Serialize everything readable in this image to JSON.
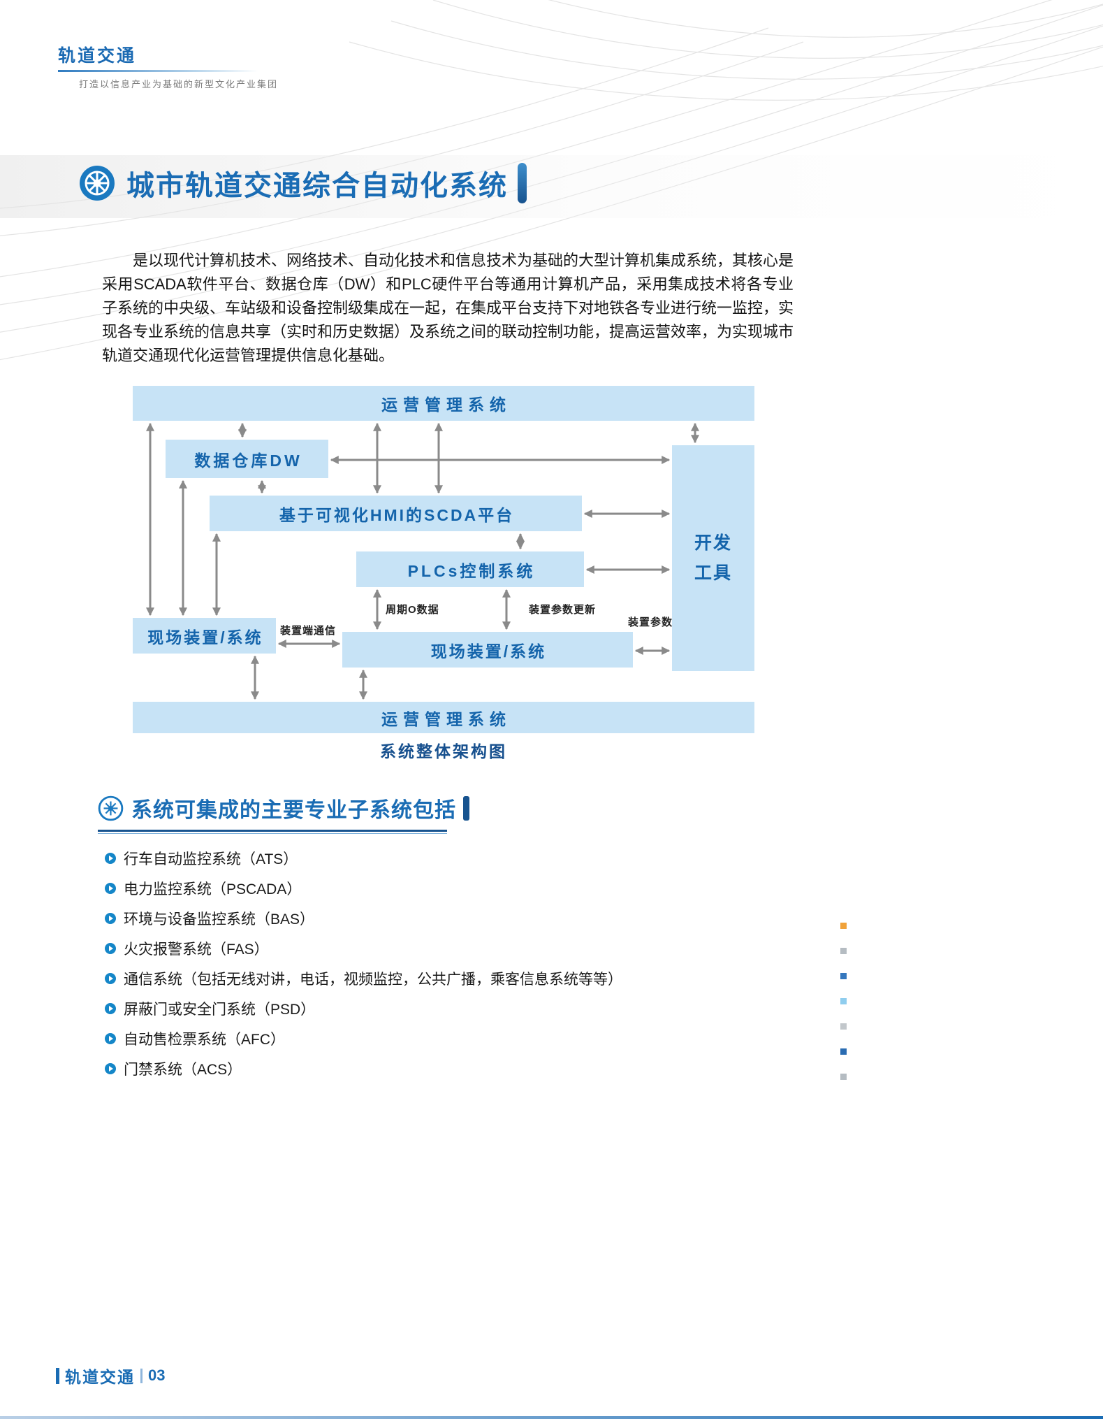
{
  "header": {
    "brand": "轨道交通",
    "tagline": "打造以信息产业为基础的新型文化产业集团"
  },
  "colors": {
    "brand_blue": "#1a6cb4",
    "diagram_box_fill": "#c7e3f6",
    "diagram_text": "#1464ab",
    "arrow_gray": "#8a8a8a"
  },
  "section1": {
    "title": "城市轨道交通综合自动化系统",
    "body": "是以现代计算机技术、网络技术、自动化技术和信息技术为基础的大型计算机集成系统，其核心是采用SCADA软件平台、数据仓库（DW）和PLC硬件平台等通用计算机产品，采用集成技术将各专业子系统的中央级、车站级和设备控制级集成在一起，在集成平台支持下对地铁各专业进行统一监控，实现各专业系统的信息共享（实时和历史数据）及系统之间的联动控制功能，提高运营效率，为实现城市轨道交通现代化运营管理提供信息化基础。"
  },
  "diagram": {
    "caption": "系统整体架构图",
    "boxes": {
      "top_bar": "运营管理系统",
      "dw": "数据仓库DW",
      "scada": "基于可视化HMI的SCDA平台",
      "plcs": "PLCs控制系统",
      "dev_tools": "开发工具",
      "field_left": "现场装置/系统",
      "field_center": "现场装置/系统",
      "bottom_bar": "运营管理系统"
    },
    "labels": {
      "cycle_data": "周期O数据",
      "param_update": "装置参数更新",
      "device_param": "装置参数",
      "device_comm": "装置端通信"
    }
  },
  "section2": {
    "title": "系统可集成的主要专业子系统包括",
    "items": [
      "行车自动监控系统（ATS）",
      "电力监控系统（PSCADA）",
      "环境与设备监控系统（BAS）",
      "火灾报警系统（FAS）",
      "通信系统（包括无线对讲，电话，视频监控，公共广播，乘客信息系统等等）",
      "屏蔽门或安全门系统（PSD）",
      "自动售检票系统（AFC）",
      "门禁系统（ACS）"
    ]
  },
  "page_edge_markers": [
    "#f0a23a",
    "#b5bcc2",
    "#3577bd",
    "#8fcdee",
    "#c2c7cb",
    "#2a6cb2",
    "#b5bcc2"
  ],
  "footer": {
    "brand": "轨道交通",
    "page": "03"
  }
}
